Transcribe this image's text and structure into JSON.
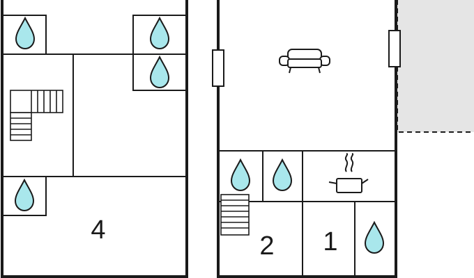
{
  "floorplan": {
    "rooms": [
      {
        "id": "left-lower-room",
        "label": "4"
      },
      {
        "id": "right-room-2",
        "label": "2"
      },
      {
        "id": "right-room-1",
        "label": "1"
      }
    ],
    "icons": {
      "water": "water-drop-icon",
      "sofa": "sofa-icon",
      "kitchen": "cooking-pot-icon",
      "stairs": "staircase-icon",
      "window": "window-icon"
    },
    "colors": {
      "wall": "#1a1a1a",
      "water_fill": "#a9e7ec",
      "terrace_fill": "#e5e5e5",
      "background": "#ffffff"
    }
  }
}
